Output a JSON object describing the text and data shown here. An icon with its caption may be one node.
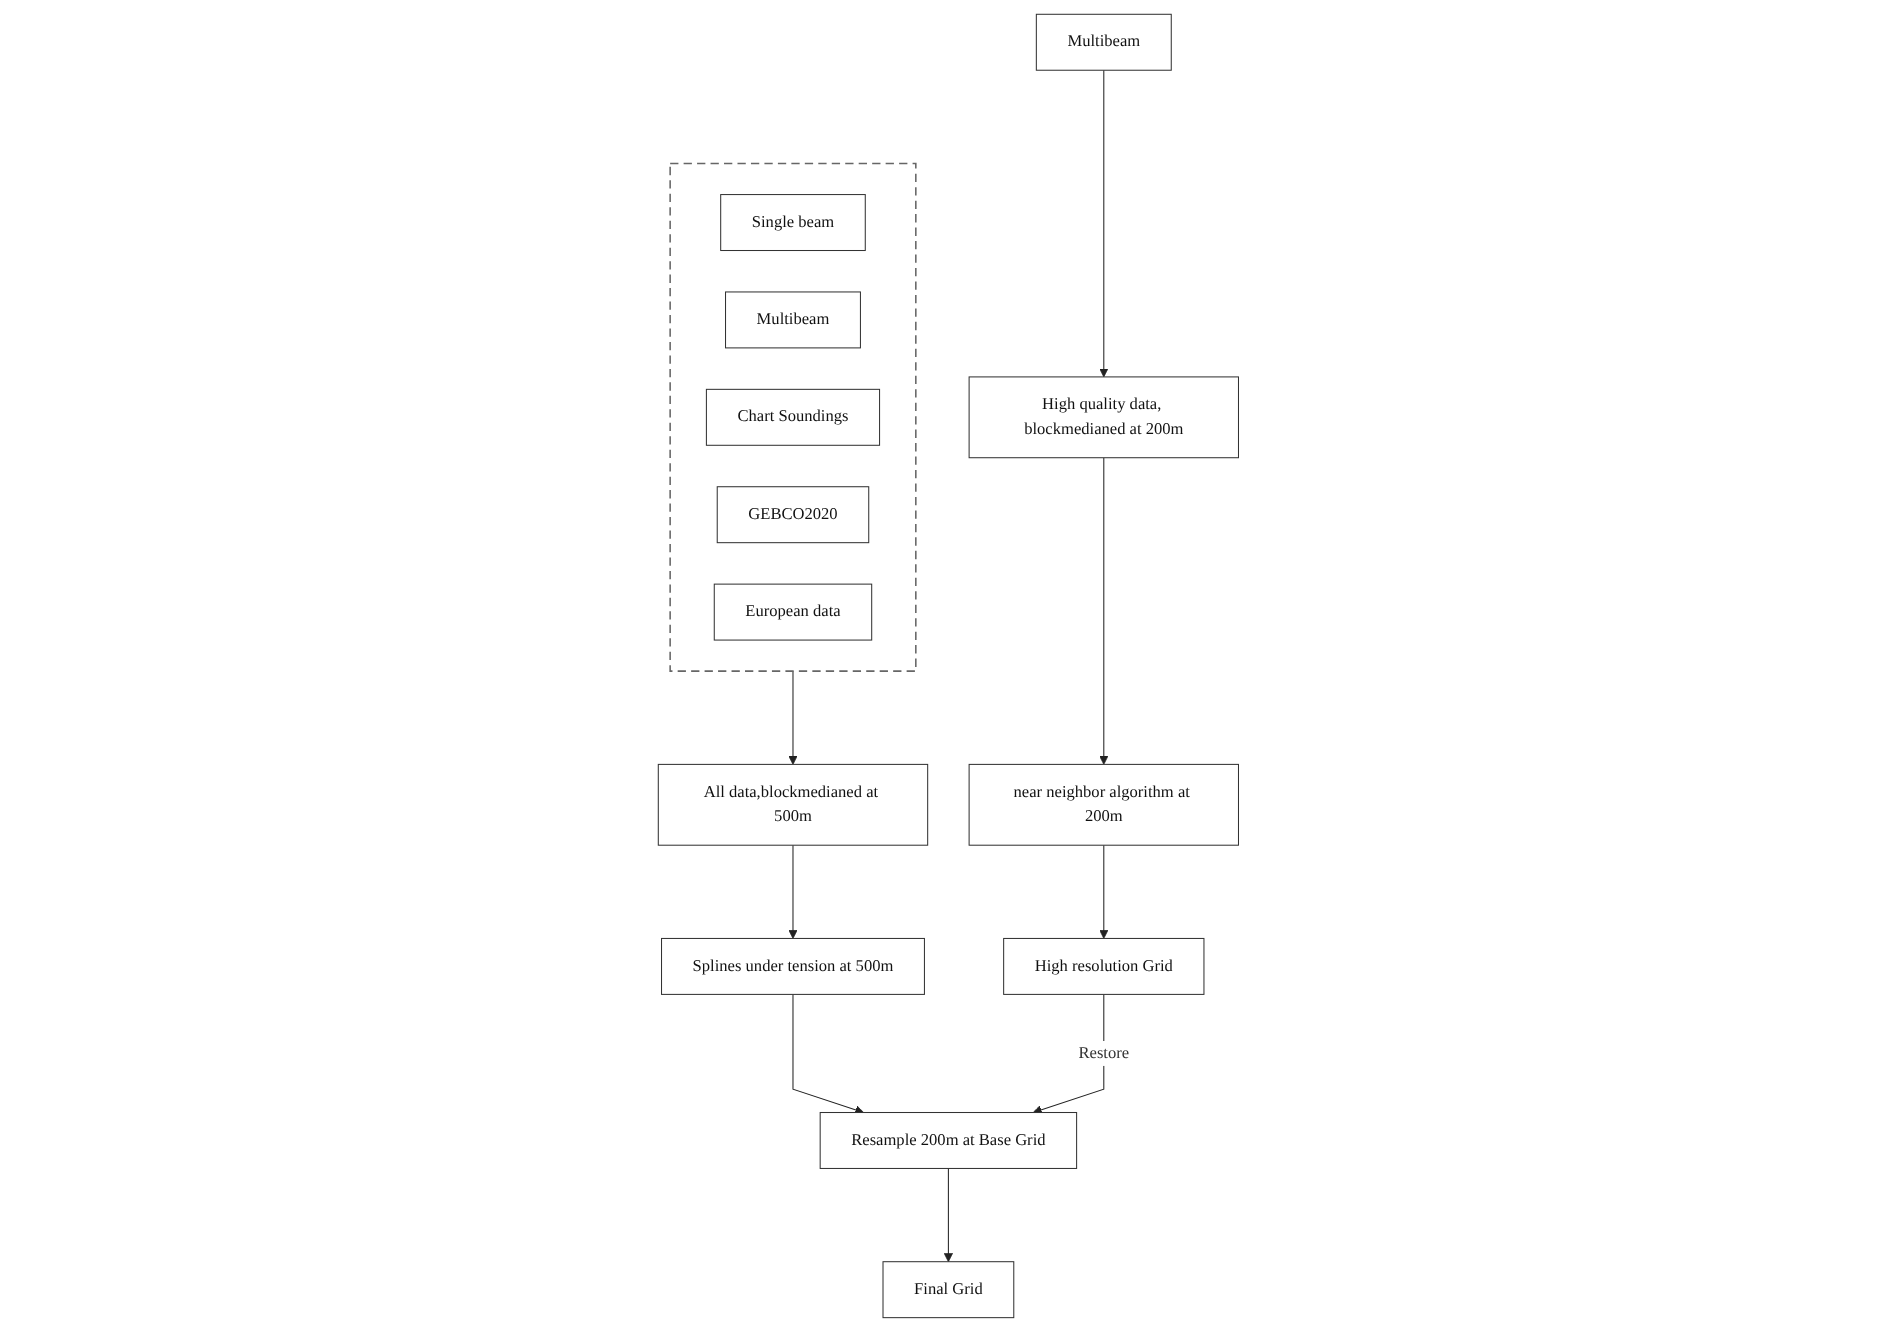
{
  "diagram": {
    "nodes": [
      {
        "text": [],
        "shape": "box"
      },
      {
        "text": [
          "Single beam"
        ],
        "in": 0
      },
      {
        "text": [
          "Multibeam"
        ],
        "in": 0
      },
      {
        "text": [
          "Chart Soundings"
        ],
        "in": 0
      },
      {
        "text": [
          "GEBCO2020"
        ],
        "in": 0
      },
      {
        "text": [
          "European data"
        ],
        "in": 0
      },
      {
        "text": [
          "Multibeam"
        ]
      },
      {
        "text": [
          "All data,blockmedianed at 500m"
        ]
      },
      {
        "text": [
          "High quality data, blockmedianed at 200m"
        ]
      },
      {
        "text": [
          "Splines under tension at 500m"
        ]
      },
      {
        "text": [
          "near neighbor algorithm at 200m"
        ]
      },
      {
        "text": [
          "Resample 200m at Base Grid"
        ]
      },
      {
        "text": [
          "High resolution Grid"
        ]
      },
      {
        "text": [
          "Final Grid"
        ]
      }
    ],
    "edges": [
      {
        "from": 0,
        "to": 7,
        "arrow": "to"
      },
      {
        "from": 6,
        "to": 8,
        "arrow": "to"
      },
      {
        "from": 7,
        "to": 9,
        "arrow": "to"
      },
      {
        "from": 8,
        "to": 10,
        "arrow": "to"
      },
      {
        "from": 9,
        "to": 11,
        "arrow": "to"
      },
      {
        "from": 10,
        "to": 12,
        "arrow": "to"
      },
      {
        "from": 12,
        "to": 11,
        "label": "Restore",
        "arrow": "to"
      },
      {
        "from": 11,
        "to": 13,
        "arrow": "to"
      }
    ]
  }
}
